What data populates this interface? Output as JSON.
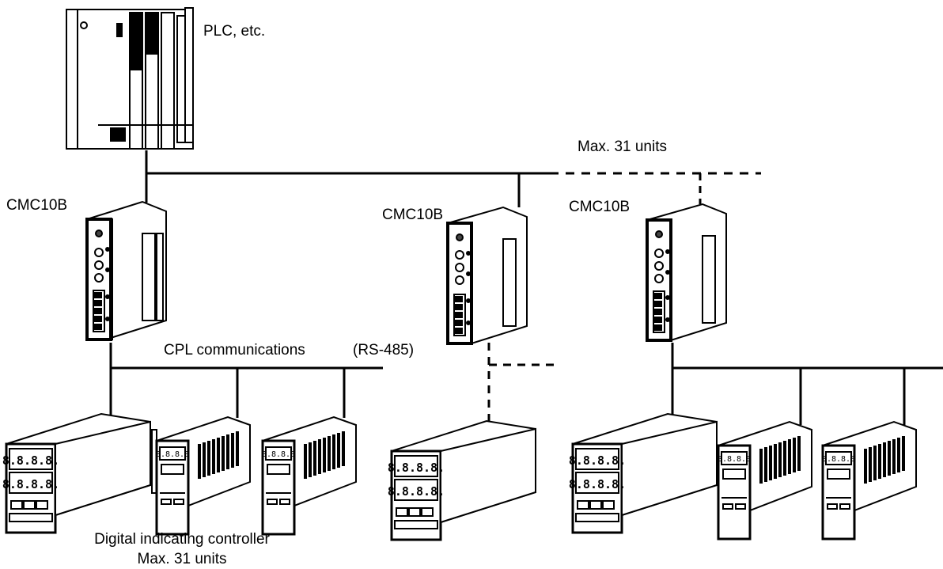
{
  "labels": {
    "plc": "PLC, etc.",
    "max_units_top": "Max. 31 units",
    "cmc_left": "CMC10B",
    "cmc_middle": "CMC10B",
    "cmc_right": "CMC10B",
    "cpl_comms": "CPL communications",
    "rs485": "(RS-485)",
    "controller_caption_line1": "Digital indicating controller",
    "controller_caption_line2": "Max. 31 units"
  },
  "display_digits": "8.8.8.8.",
  "colors": {
    "line": "#000000",
    "device_fill": "#ffffff",
    "dark": "#000000",
    "accent_gray": "#bfbfbf"
  }
}
